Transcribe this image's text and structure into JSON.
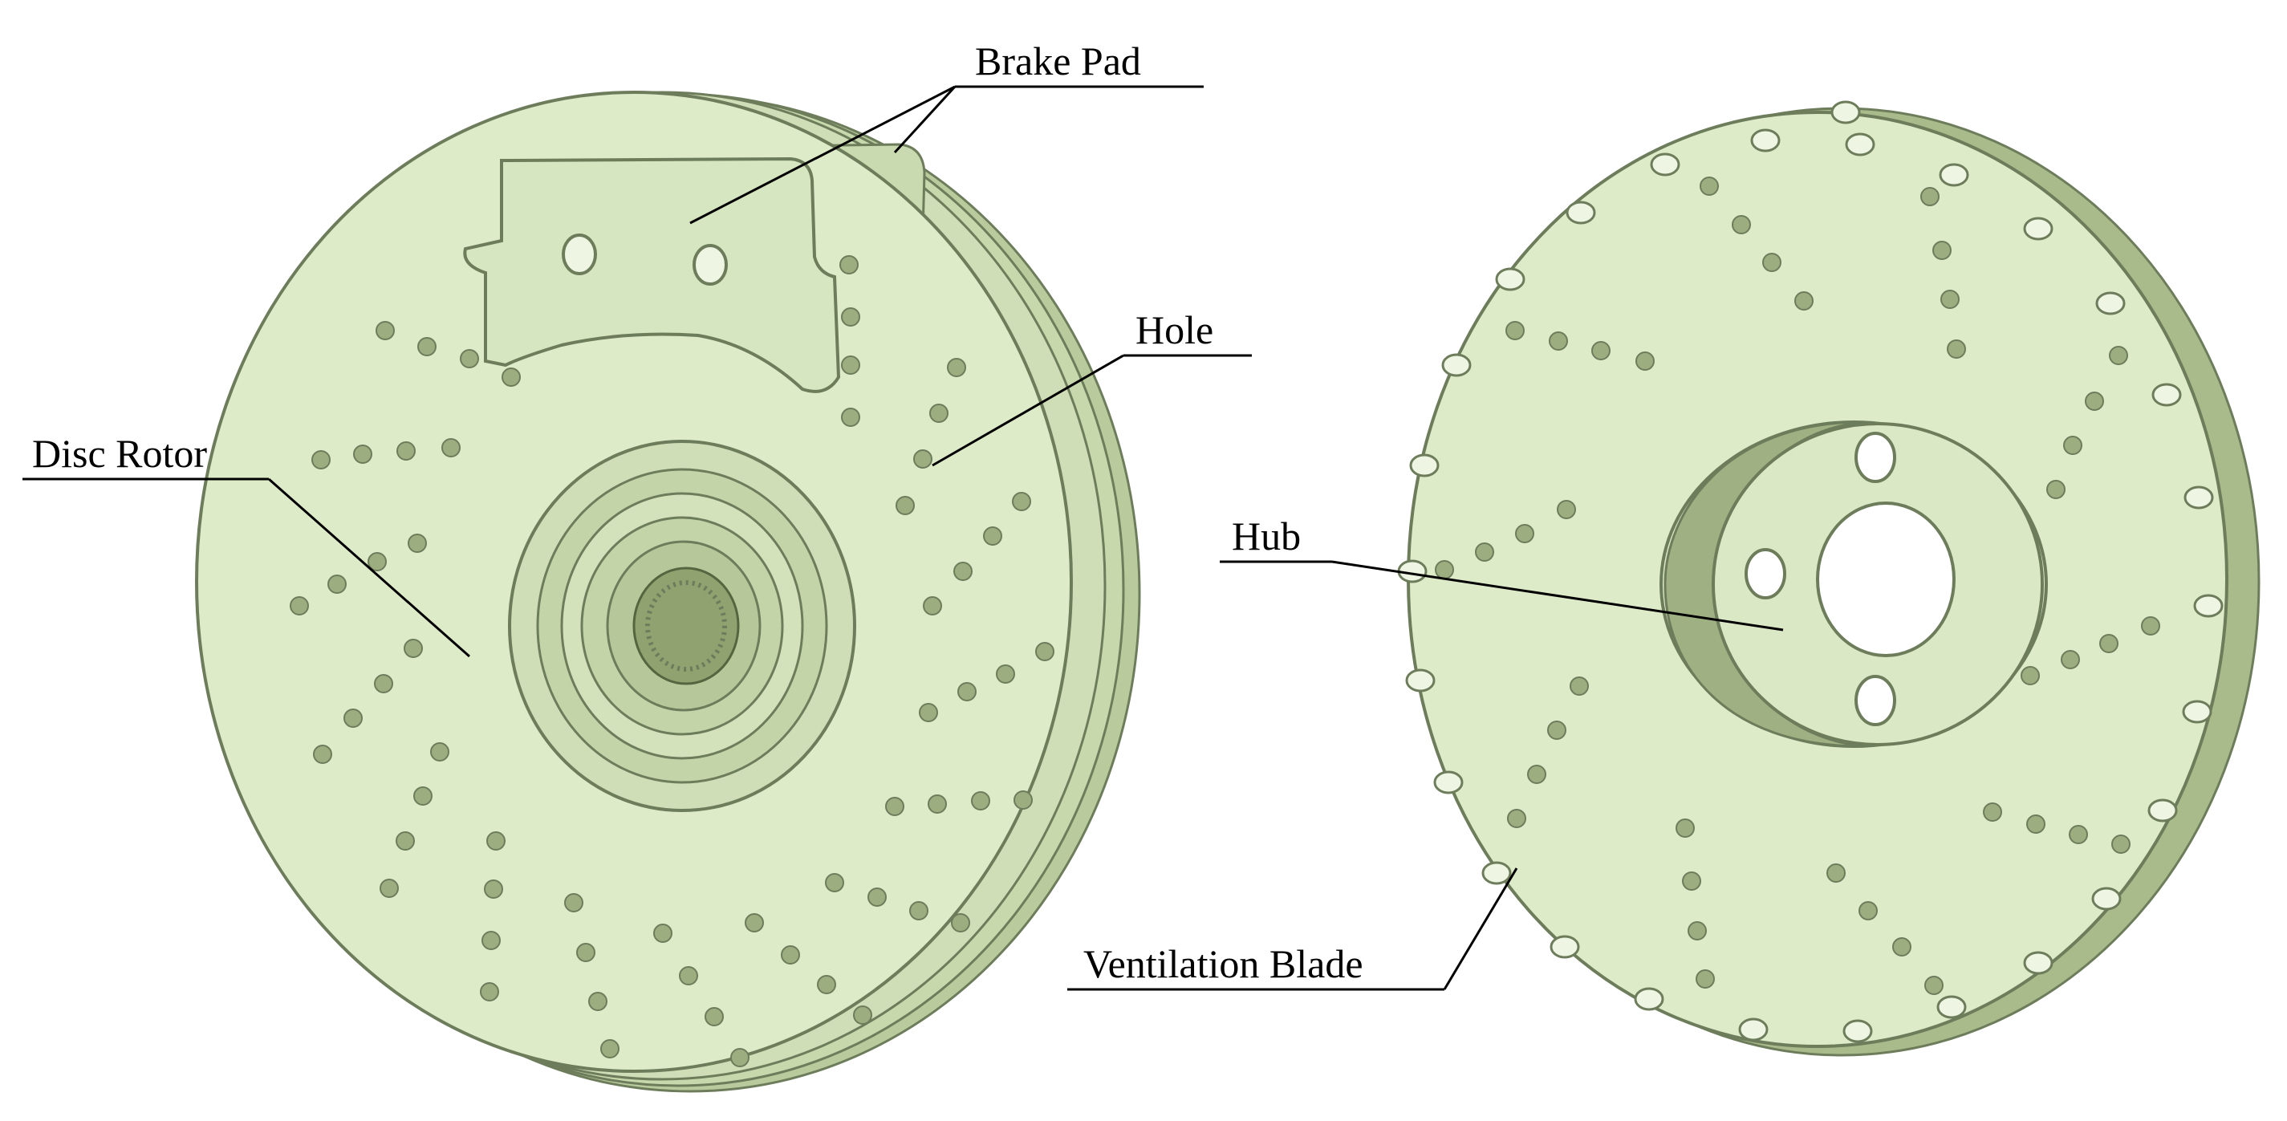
{
  "labels": {
    "brake_pad": "Brake Pad",
    "hole": "Hole",
    "disc_rotor": "Disc Rotor",
    "hub": "Hub",
    "ventilation_blade": "Ventilation Blade"
  },
  "colors": {
    "face": "#ddebc9",
    "edge": "#a9bb8b",
    "outline": "#6d7d5c",
    "hole": "#9cae80",
    "pad": "#d6e6c0",
    "leader": "#000000"
  }
}
